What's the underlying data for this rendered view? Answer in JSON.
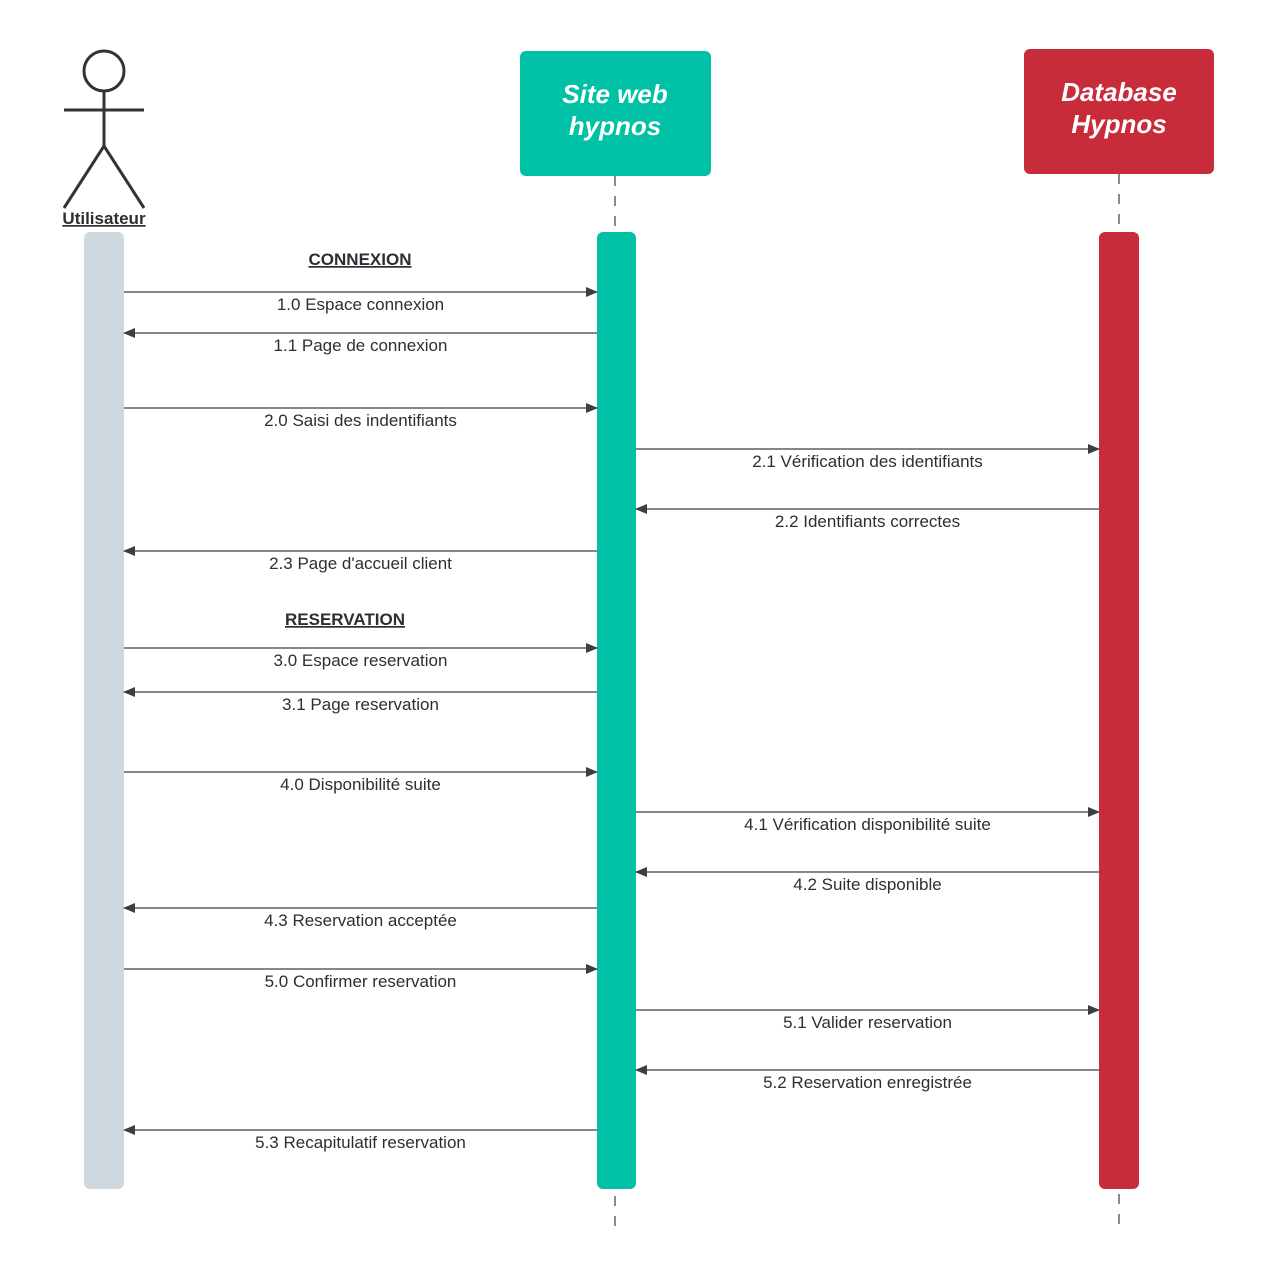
{
  "participants": {
    "user": {
      "label": "Utilisateur",
      "color": "#cfd8df"
    },
    "site": {
      "line1": "Site web",
      "line2": "hypnos",
      "color": "#00c1a5"
    },
    "db": {
      "line1": "Database",
      "line2": "Hypnos",
      "color": "#c82b3a"
    }
  },
  "sections": {
    "connexion": "CONNEXION",
    "reservation": "RESERVATION"
  },
  "messages": [
    {
      "label": "1.0 Espace connexion",
      "from": "user",
      "to": "site"
    },
    {
      "label": "1.1 Page de connexion",
      "from": "site",
      "to": "user"
    },
    {
      "label": "2.0 Saisi des indentifiants",
      "from": "user",
      "to": "site"
    },
    {
      "label": "2.1 Vérification des identifiants",
      "from": "site",
      "to": "db"
    },
    {
      "label": "2.2 Identifiants correctes",
      "from": "db",
      "to": "site"
    },
    {
      "label": "2.3 Page d'accueil client",
      "from": "site",
      "to": "user"
    },
    {
      "label": "3.0 Espace reservation",
      "from": "user",
      "to": "site"
    },
    {
      "label": "3.1 Page reservation",
      "from": "site",
      "to": "user"
    },
    {
      "label": "4.0 Disponibilité suite",
      "from": "user",
      "to": "site"
    },
    {
      "label": "4.1 Vérification disponibilité suite",
      "from": "site",
      "to": "db"
    },
    {
      "label": "4.2 Suite disponible",
      "from": "db",
      "to": "site"
    },
    {
      "label": "4.3 Reservation acceptée",
      "from": "site",
      "to": "user"
    },
    {
      "label": "5.0 Confirmer reservation",
      "from": "user",
      "to": "site"
    },
    {
      "label": "5.1 Valider reservation",
      "from": "site",
      "to": "db"
    },
    {
      "label": "5.2 Reservation enregistrée",
      "from": "db",
      "to": "site"
    },
    {
      "label": "5.3 Recapitulatif reservation",
      "from": "site",
      "to": "user"
    }
  ],
  "colors": {
    "line": "#3a3f45",
    "text": "#2b2f33"
  }
}
